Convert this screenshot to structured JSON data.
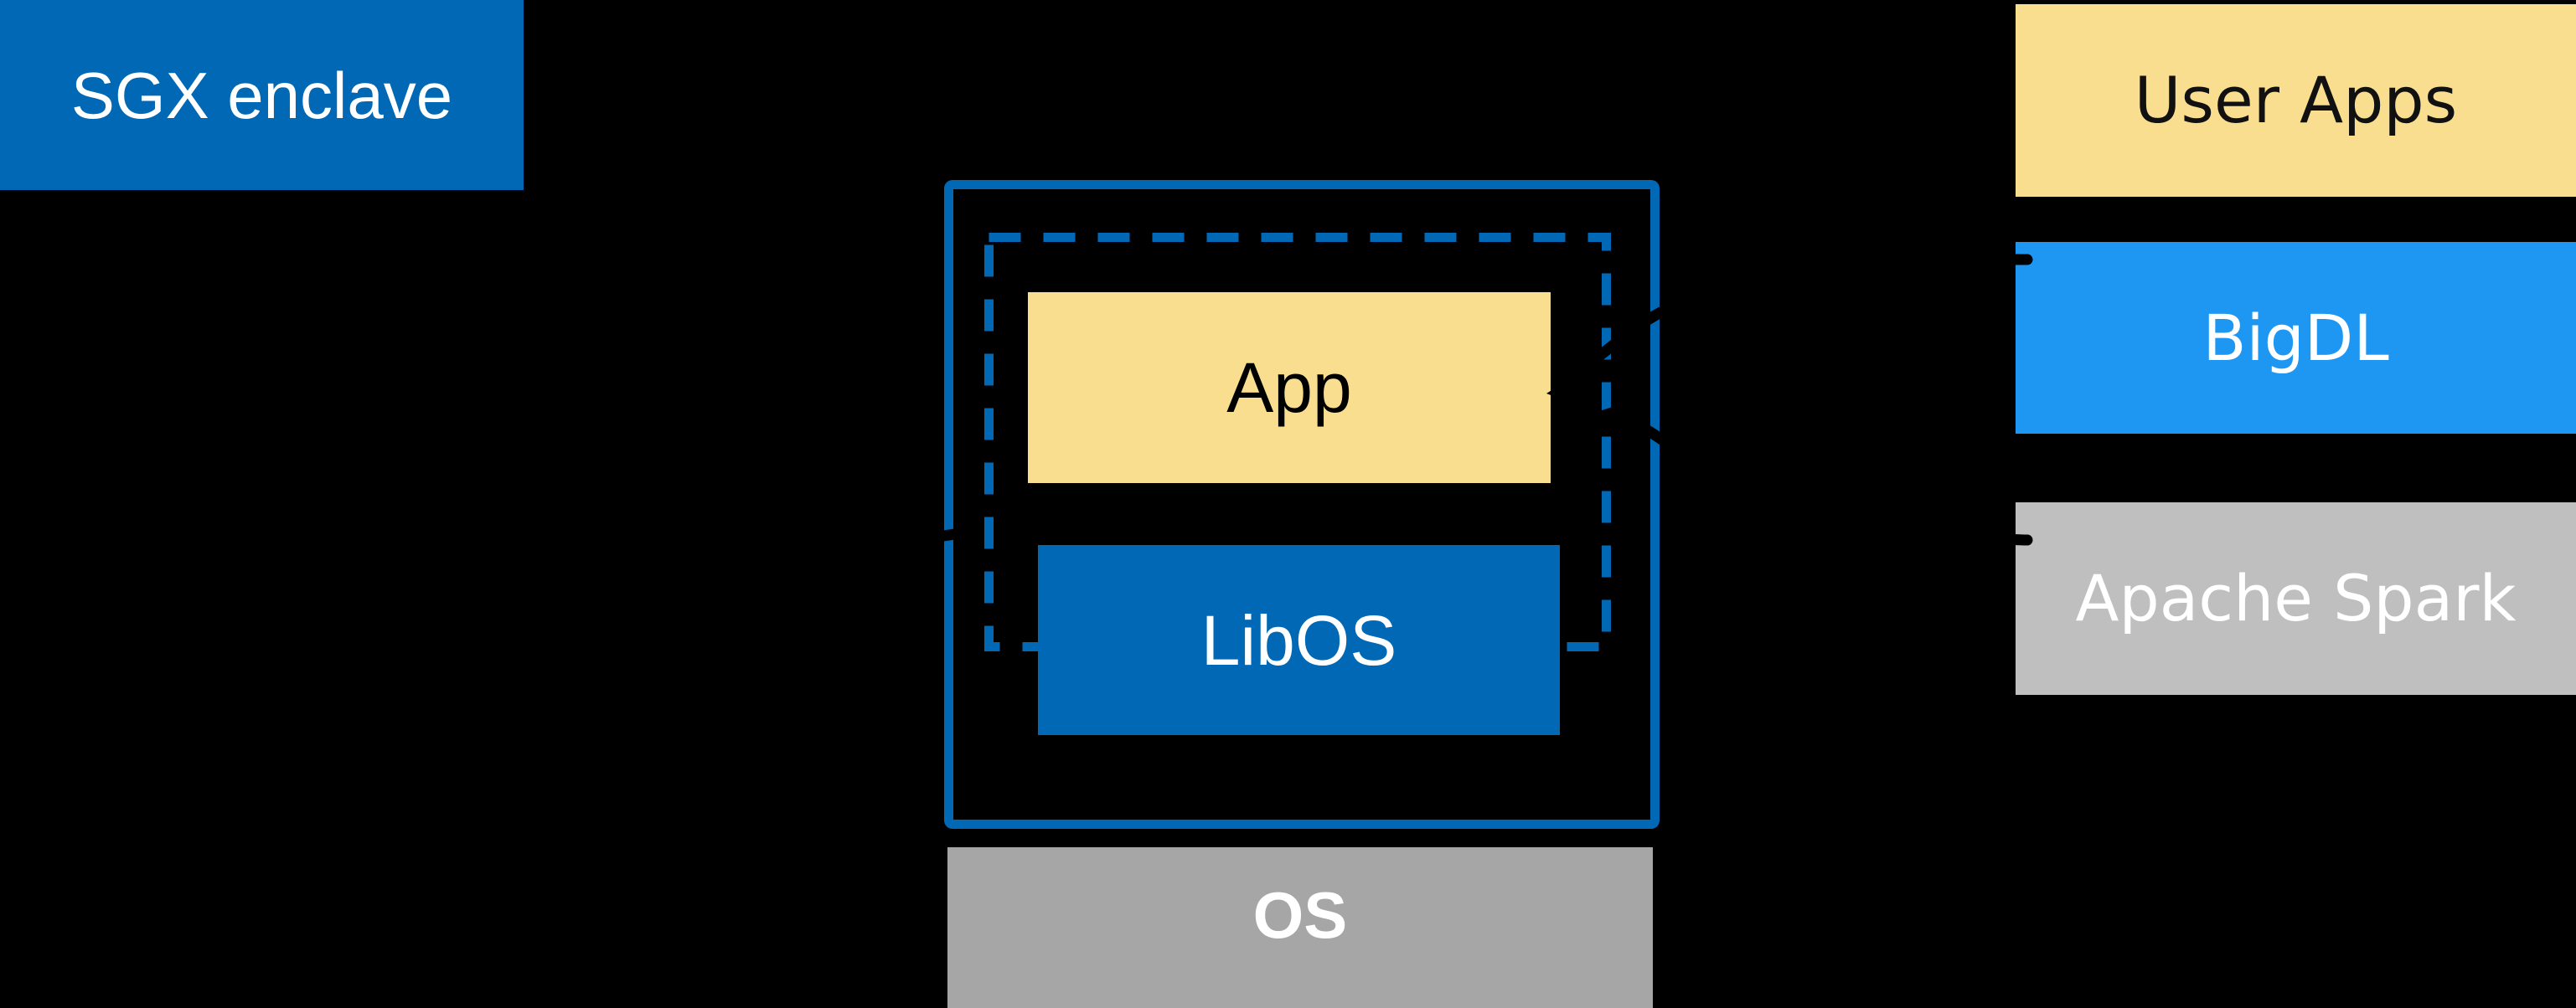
{
  "diagram": {
    "background_color": "#000000",
    "colors": {
      "intel_blue": "#0068B4",
      "bright_blue": "#1E97F3",
      "yellow": "#F8DE8E",
      "gray_os": "#A6A6A6",
      "gray_spark": "#BFBFBF",
      "arrow_black": "#000000",
      "text_white": "#FFFFFF",
      "text_black": "#000000"
    },
    "sgx": {
      "label": "SGX enclave"
    },
    "enclave": {
      "app_label": "App",
      "libos_label": "LibOS"
    },
    "os": {
      "label": "OS"
    },
    "right_stack": [
      {
        "label": "User Apps"
      },
      {
        "label": "BigDL"
      },
      {
        "label": "Apache Spark"
      }
    ]
  }
}
